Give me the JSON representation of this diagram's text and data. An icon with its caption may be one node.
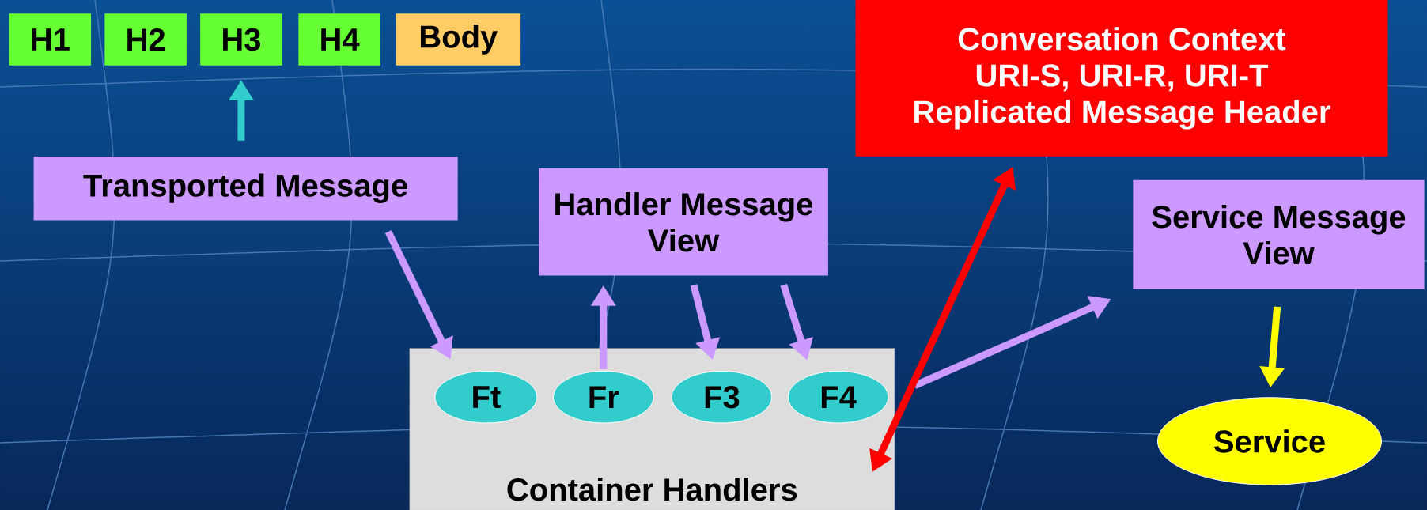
{
  "diagram": {
    "nodes": [
      {
        "text": [
          "H1"
        ]
      },
      {
        "text": [
          "H2"
        ]
      },
      {
        "text": [
          "H3"
        ]
      },
      {
        "text": [
          "H4"
        ]
      },
      {
        "text": [
          "Body"
        ]
      },
      {
        "text": [
          "Conversation Context",
          "URI-S, URI-R, URI-T",
          "Replicated Message Header"
        ]
      },
      {
        "text": [
          "Transported Message"
        ]
      },
      {
        "text": [
          "Handler Message View"
        ]
      },
      {
        "text": [
          "Service Message View"
        ]
      },
      {
        "text": [
          "Container Handlers"
        ]
      },
      {
        "text": [
          "Ft"
        ],
        "in": 9
      },
      {
        "text": [
          "Fr"
        ],
        "in": 9
      },
      {
        "text": [
          "F3"
        ],
        "in": 9
      },
      {
        "text": [
          "F4"
        ],
        "in": 9
      },
      {
        "text": [
          "Service"
        ]
      }
    ],
    "edges": [
      {
        "from": 6,
        "to": 2,
        "arrow": "to",
        "color": "#33cccc"
      },
      {
        "from": 6,
        "to": 10,
        "arrow": "to"
      },
      {
        "from": 11,
        "to": 7,
        "arrow": "to"
      },
      {
        "from": 7,
        "to": 12,
        "arrow": "to"
      },
      {
        "from": 7,
        "to": 13,
        "arrow": "to"
      },
      {
        "from": 13,
        "to": 8,
        "arrow": "to"
      },
      {
        "from": 5,
        "to": 9,
        "arrow": "both",
        "color": "#ff0000"
      },
      {
        "from": 8,
        "to": 14,
        "arrow": "to",
        "color": "#ffff00"
      }
    ]
  }
}
